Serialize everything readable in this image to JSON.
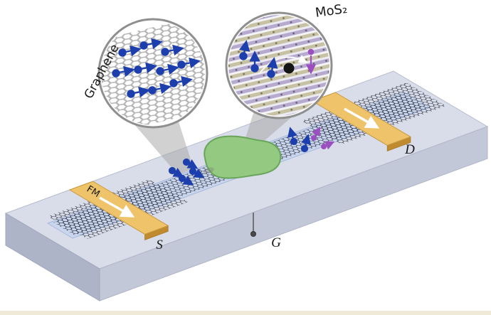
{
  "figure": {
    "type": "spintronic-device-schematic",
    "insets": {
      "left": {
        "label": "Graphene"
      },
      "right": {
        "label": "MoS₂"
      }
    },
    "electrodes": {
      "source": {
        "label": "S",
        "magnet_label": "FM"
      },
      "drain": {
        "label": "D"
      }
    },
    "gate": {
      "label": "G"
    },
    "colors": {
      "substrate_top": "#d9dde9",
      "substrate_front": "#c3c8d9",
      "substrate_side": "#aeb4c8",
      "channel_strip": "#c9d6ee",
      "graphene_mesh": "#2b3040",
      "electrode": "#eec36a",
      "electrode_front": "#c08a2e",
      "mos2_flake": "#94c982",
      "spin_blue": "#1d3fae",
      "spin_flip_purple": "#9b4fc0"
    }
  }
}
